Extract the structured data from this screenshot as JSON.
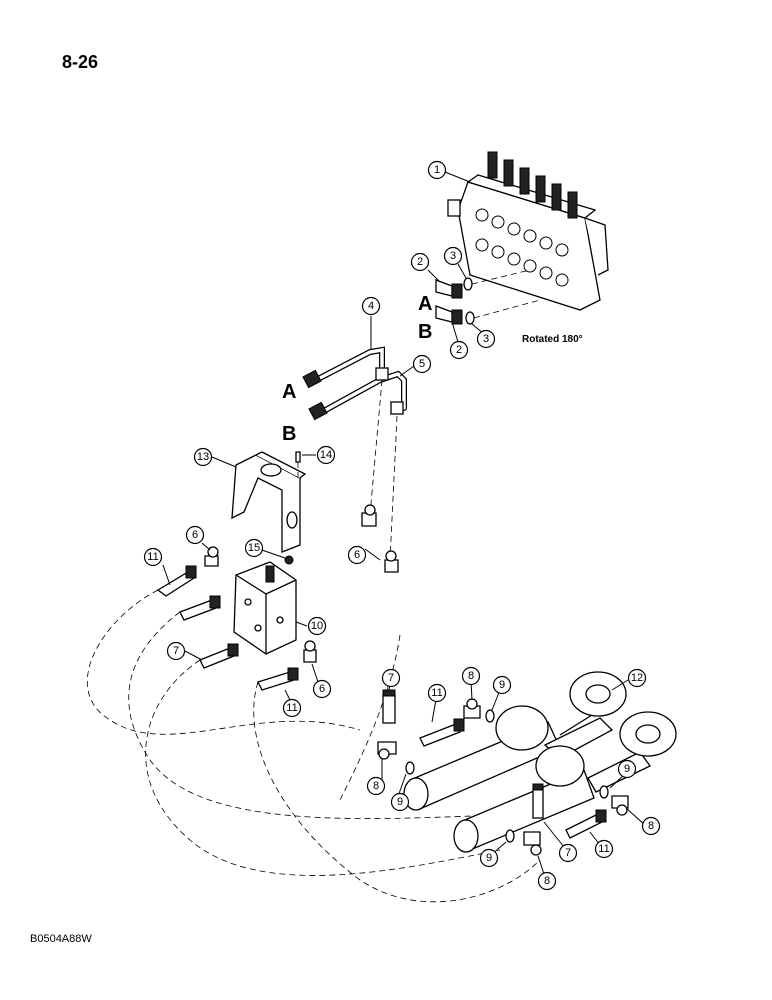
{
  "page_number": "8-26",
  "drawing_code": "B0504A88W",
  "note_rotated": "Rotated 180°",
  "port_labels": {
    "a": "A",
    "b": "B"
  },
  "callouts": {
    "c1": "1",
    "c2a": "2",
    "c2b": "2",
    "c3a": "3",
    "c3b": "3",
    "c4": "4",
    "c5": "5",
    "c6a": "6",
    "c6b": "6",
    "c6c": "6",
    "c7a": "7",
    "c7b": "7",
    "c7c": "7",
    "c8a": "8",
    "c8b": "8",
    "c8c": "8",
    "c8d": "8",
    "c9a": "9",
    "c9b": "9",
    "c9c": "9",
    "c9d": "9",
    "c10": "10",
    "c11a": "11",
    "c11b": "11",
    "c11c": "11",
    "c11d": "11",
    "c12": "12",
    "c13": "13",
    "c14": "14",
    "c15": "15"
  }
}
